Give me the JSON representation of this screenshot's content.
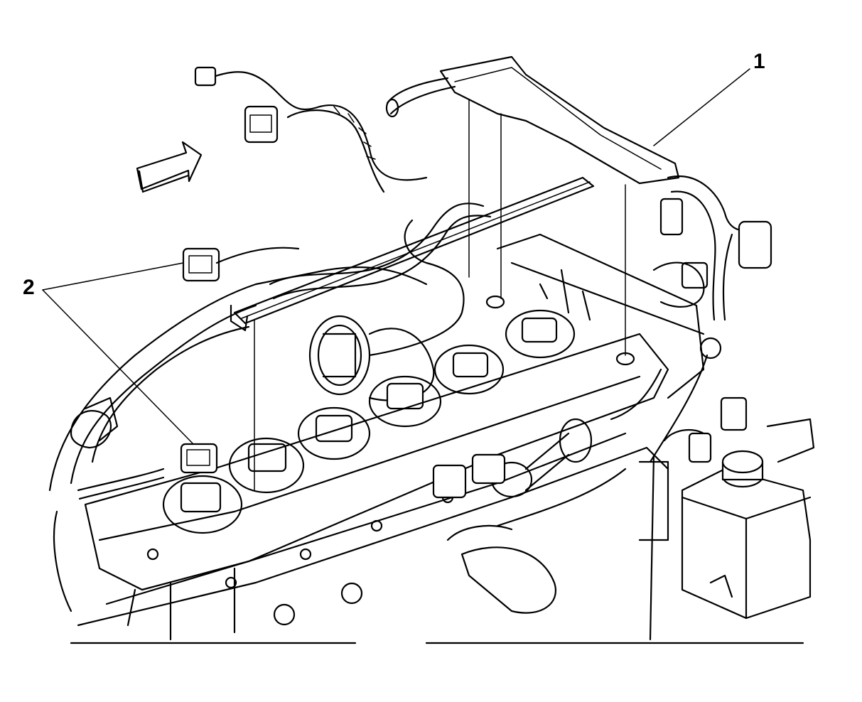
{
  "callouts": [
    {
      "id": "1",
      "label": "1"
    },
    {
      "id": "2",
      "label": "2"
    }
  ],
  "colors": {
    "line": "#000000",
    "background": "#ffffff"
  },
  "icons": [
    "direction-arrow-icon"
  ]
}
